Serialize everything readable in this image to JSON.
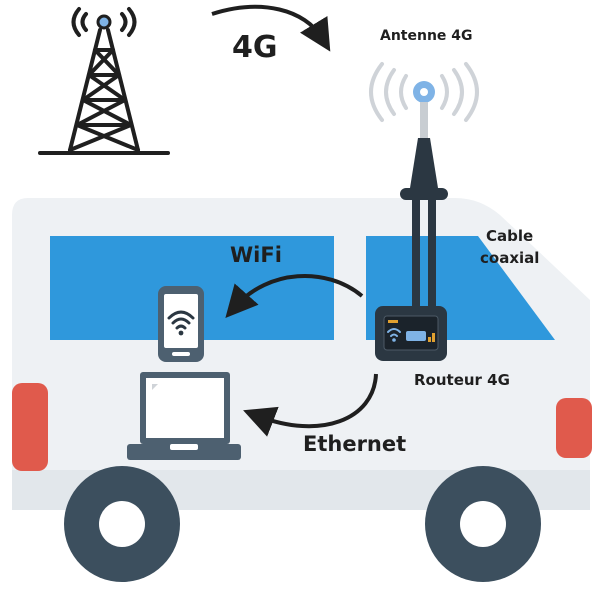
{
  "labels": {
    "network": "4G",
    "antenna": "Antenne 4G",
    "wifi": "WiFi",
    "cable_line1": "Cable",
    "cable_line2": "coaxial",
    "router": "Routeur 4G",
    "ethernet": "Ethernet"
  },
  "icons": {
    "tower": "cell-tower-icon",
    "antenna": "antenna-icon",
    "router": "router-icon",
    "phone": "smartphone-icon",
    "laptop": "laptop-icon",
    "van": "van-icon"
  },
  "colors": {
    "van_body": "#eef1f4",
    "window": "#2f98dc",
    "wheel": "#3c4f5e",
    "light": "#e05a4c",
    "dark": "#2b3742",
    "laptop": "#4d6070",
    "wifi_dot": "#7fb3e6"
  }
}
